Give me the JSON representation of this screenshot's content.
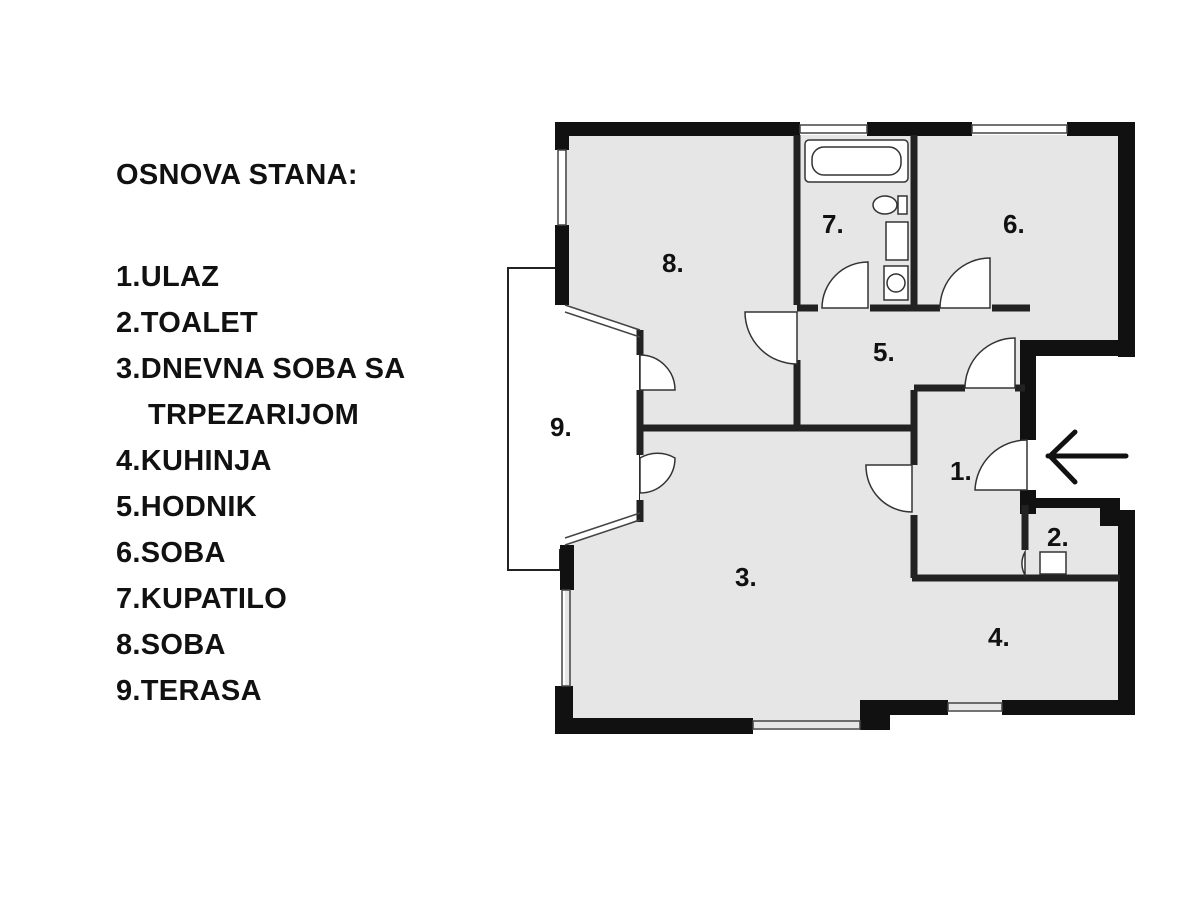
{
  "legend": {
    "title": "OSNOVA STANA:",
    "items": [
      "1.ULAZ",
      "2.TOALET",
      "3.DNEVNA SOBA SA",
      "TRPEZARIJOM",
      "4.KUHINJA",
      "5.HODNIK",
      "6.SOBA",
      "7.KUPATILO",
      "8.SOBA",
      "9.TERASA"
    ]
  },
  "plan": {
    "room_labels": [
      "1.",
      "2.",
      "3.",
      "4.",
      "5.",
      "6.",
      "7.",
      "8.",
      "9."
    ],
    "colors": {
      "floor": "#e6e6e6",
      "wall": "#111111",
      "line": "#222222",
      "terrace": "#ffffff"
    }
  }
}
